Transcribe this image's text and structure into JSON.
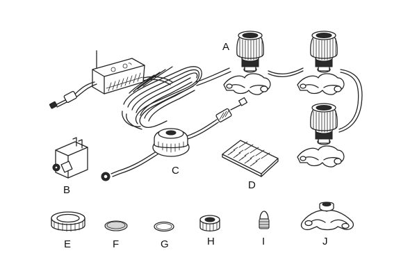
{
  "labels": {
    "a": "A",
    "b": "B",
    "c": "C",
    "d": "D",
    "e": "E",
    "f": "F",
    "g": "G",
    "h": "H",
    "i": "I",
    "j": "J"
  },
  "colors": {
    "line": "#222222",
    "background": "#ffffff",
    "shade": "#d6d6d6"
  }
}
